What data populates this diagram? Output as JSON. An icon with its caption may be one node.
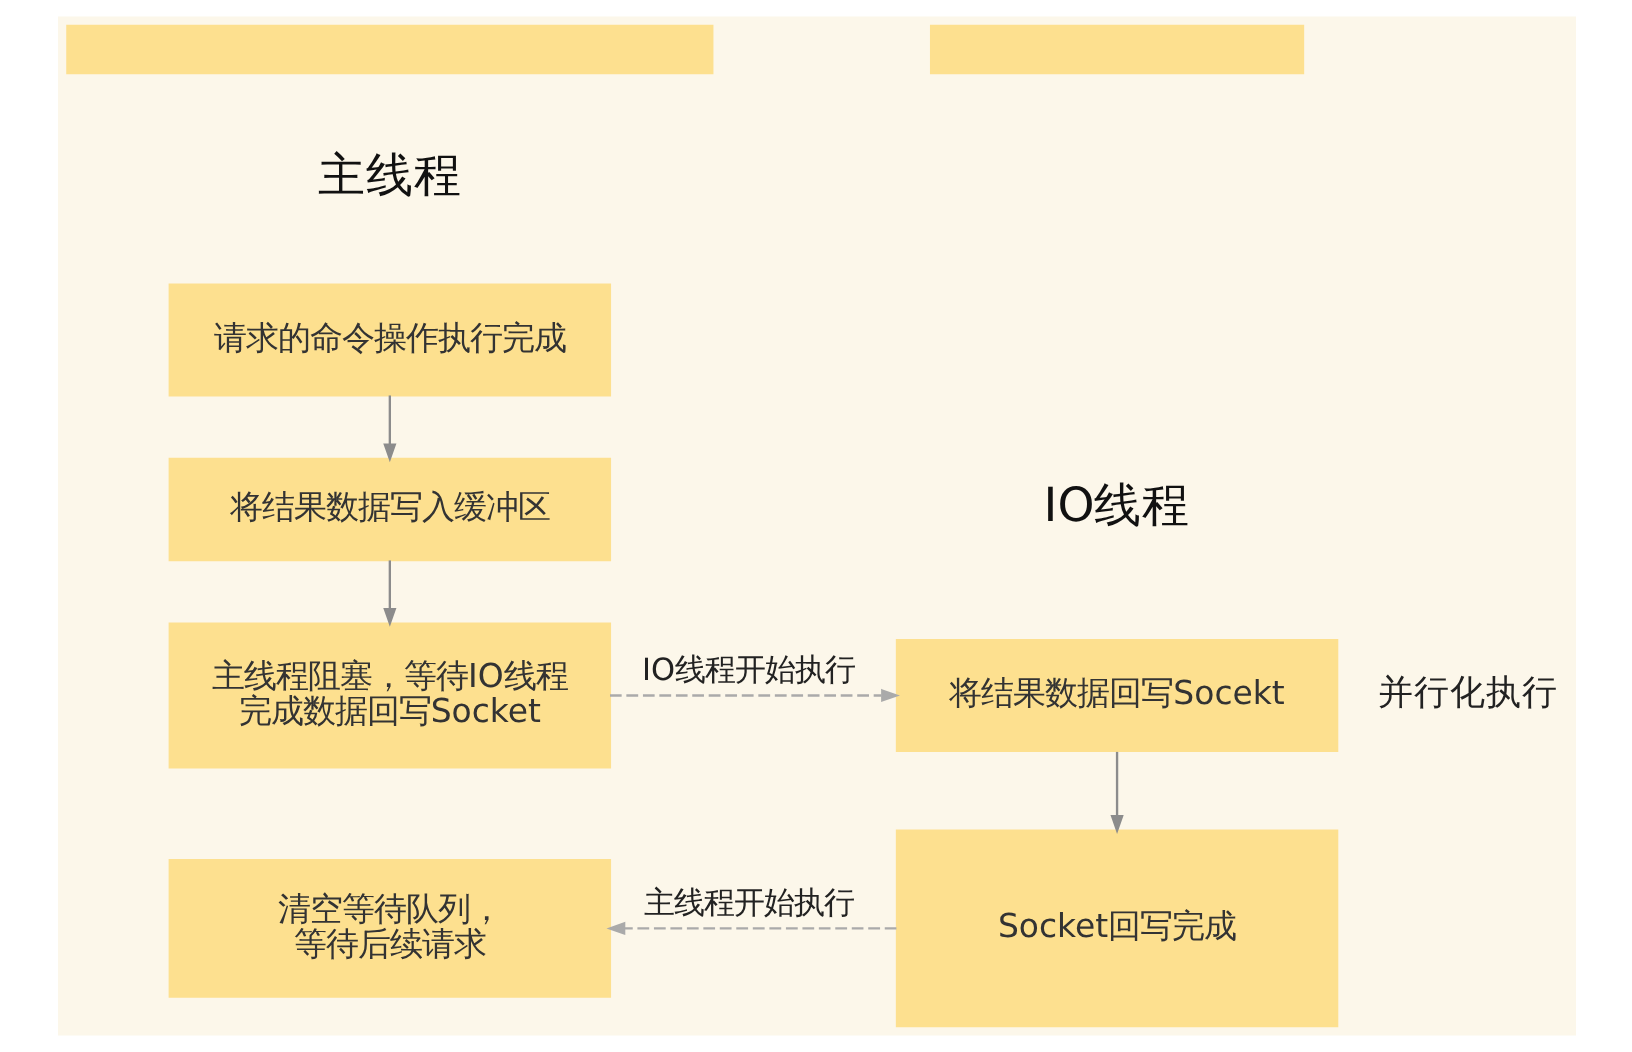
{
  "diagram": {
    "nodes": [
      {
        "text": [],
        "shape": "box"
      },
      {
        "text": [],
        "shape": "box"
      },
      {
        "text": [
          "请求的命令操作执行完成"
        ]
      },
      {
        "text": [
          "将结果数据写入缓冲区"
        ]
      },
      {
        "text": [
          "主线程阻塞，等待IO线程完成数据回写Socket"
        ]
      },
      {
        "text": [
          "将结果数据回写Socekt"
        ],
        "beside": [
          "并行化执行"
        ]
      },
      {
        "text": [
          "Socket回写完成"
        ]
      },
      {
        "text": [
          "清空等待队列，等待后续请求"
        ]
      }
    ],
    "edges": [
      {
        "from": 2,
        "to": 3,
        "arrow": "to"
      },
      {
        "from": 3,
        "to": 4,
        "arrow": "to"
      },
      {
        "from": 4,
        "to": 5,
        "arrow": "to",
        "label": "IO线程开始执行",
        "style": "dashed"
      },
      {
        "from": 5,
        "to": 6,
        "arrow": "to"
      },
      {
        "from": 6,
        "to": 7,
        "arrow": "to",
        "label": "主线程开始执行",
        "style": "dashed"
      }
    ],
    "labels": [
      "主线程",
      "IO线程"
    ]
  }
}
